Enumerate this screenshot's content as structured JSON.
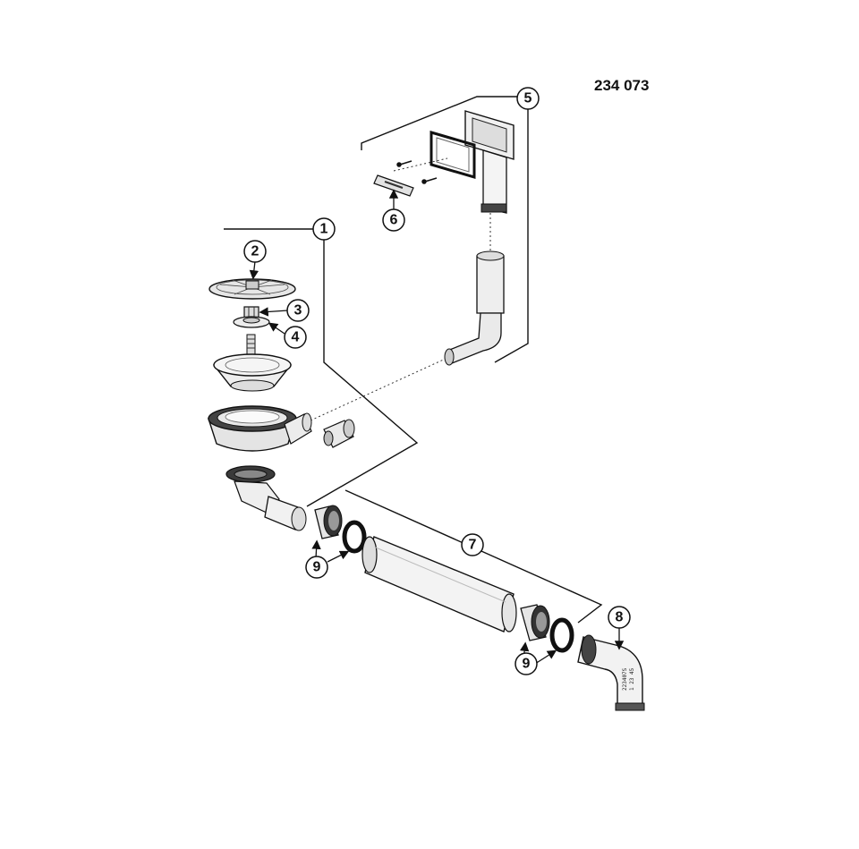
{
  "drawing_number": "234 073",
  "callouts": [
    {
      "label": "1"
    },
    {
      "label": "2"
    },
    {
      "label": "3"
    },
    {
      "label": "4"
    },
    {
      "label": "5"
    },
    {
      "label": "6"
    },
    {
      "label": "7"
    },
    {
      "label": "8"
    },
    {
      "label": "9"
    },
    {
      "label": "9"
    }
  ],
  "elbow_stamp": {
    "line1": "223407S",
    "line2": "1 23 45"
  },
  "colors": {
    "line": "#111111",
    "part_fill": "#f2f2f2",
    "shade": "#cfcfcf",
    "dark": "#2a2a2a"
  }
}
